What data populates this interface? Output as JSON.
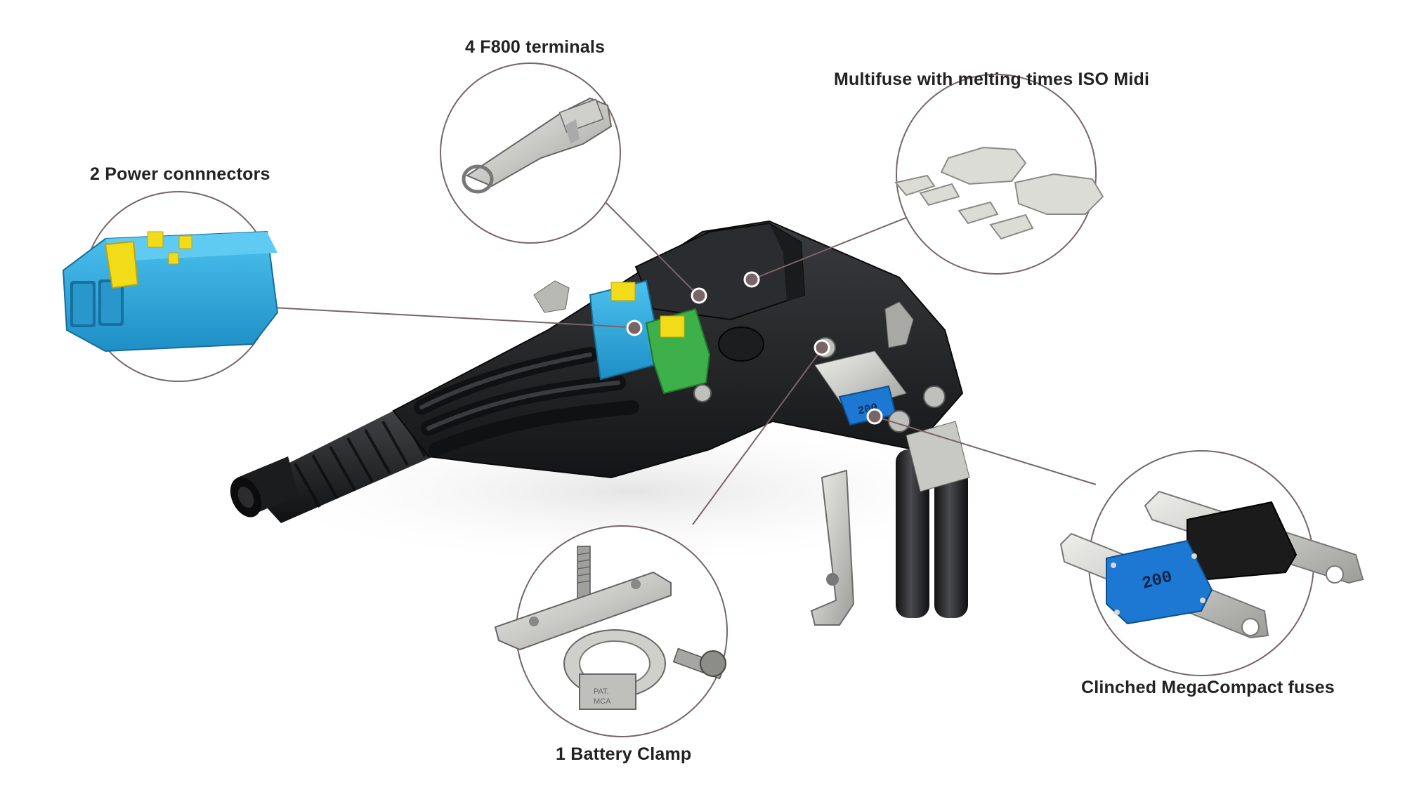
{
  "callouts": {
    "power_connectors": "2 Power connnectors",
    "f800_terminals": "4 F800 terminals",
    "multifuse": "Multifuse with melting times ISO Midi",
    "battery_clamp": "1 Battery Clamp",
    "megacompact_fuses": "Clinched MegaCompact fuses"
  },
  "product_marks": {
    "fuse_rating": "200",
    "clamp_stamp_line1": "PAT.",
    "clamp_stamp_line2": "MCA"
  },
  "colors": {
    "background": "#ffffff",
    "callout_circle": "#7a6468",
    "leader_line": "#7a6468",
    "housing": "#1e1f21",
    "connector_blue": "#29a6dc",
    "connector_yellow": "#f2dc1a",
    "connector_green": "#3db04a",
    "fuse_blue": "#1c78d2",
    "metal": "#d6d6d2"
  }
}
